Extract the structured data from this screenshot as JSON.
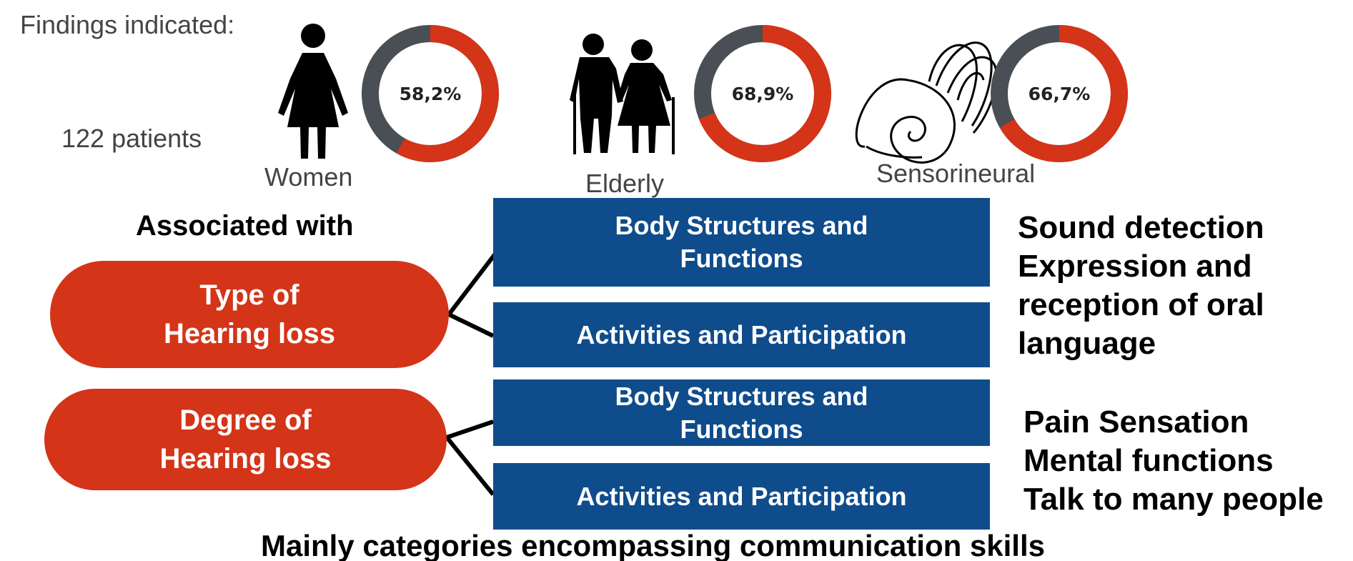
{
  "header": {
    "findings_label": "Findings indicated:",
    "patients_label": "122 patients"
  },
  "stats": [
    {
      "label": "Women",
      "percent_text": "58,2%",
      "percent": 58.2,
      "icon": "woman-icon"
    },
    {
      "label": "Elderly",
      "percent_text": "68,9%",
      "percent": 68.9,
      "icon": "elderly-couple-icon"
    },
    {
      "label": "Sensorineural",
      "percent_text": "66,7%",
      "percent": 66.7,
      "icon": "cochlea-icon"
    }
  ],
  "associated_label": "Associated  with",
  "factors": [
    {
      "line1": "Type of",
      "line2": "Hearing loss"
    },
    {
      "line1": "Degree of",
      "line2": "Hearing loss"
    }
  ],
  "domains": [
    {
      "line1": "Body Structures and",
      "line2": "Functions"
    },
    {
      "line1": "Activities and Participation"
    },
    {
      "line1": "Body Structures and",
      "line2": "Functions"
    },
    {
      "line1": "Activities and Participation"
    }
  ],
  "outcomes": {
    "type": [
      "Sound detection",
      "Expression and",
      "reception of oral",
      "language"
    ],
    "degree": [
      "Pain Sensation",
      "Mental functions",
      "Talk to many people"
    ]
  },
  "footer": "Mainly categories encompassing communication skills",
  "colors": {
    "accent_red": "#d43418",
    "donut_gray": "#4a4f55",
    "box_blue": "#0f4c8c"
  }
}
